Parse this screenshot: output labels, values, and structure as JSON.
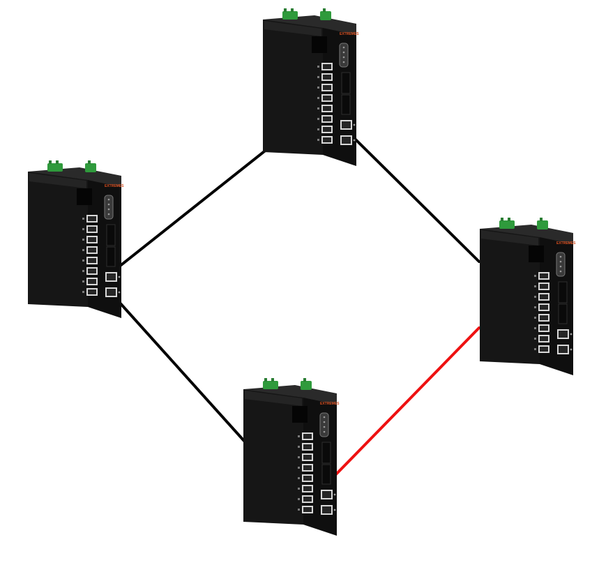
{
  "diagram": {
    "type": "ring-network-topology",
    "device_model": "industrial-ethernet-switch",
    "brand_mark": "EXTREMES",
    "colors": {
      "background": "#ffffff",
      "active_link": "#000000",
      "blocked_link": "#ee1111",
      "chassis": "#161616",
      "terminal_block": "#2f9a3c",
      "brand_mark": "#d44d1f"
    },
    "nodes": [
      {
        "id": "switch-left",
        "role": "ring-node"
      },
      {
        "id": "switch-top",
        "role": "ring-node"
      },
      {
        "id": "switch-right",
        "role": "ring-node"
      },
      {
        "id": "switch-bottom",
        "role": "ring-node"
      }
    ],
    "links": [
      {
        "id": "link-left-top",
        "from": "switch-left",
        "to": "switch-top",
        "state": "active"
      },
      {
        "id": "link-top-right",
        "from": "switch-top",
        "to": "switch-right",
        "state": "active"
      },
      {
        "id": "link-left-bottom",
        "from": "switch-left",
        "to": "switch-bottom",
        "state": "active"
      },
      {
        "id": "link-bottom-right",
        "from": "switch-bottom",
        "to": "switch-right",
        "state": "blocked"
      }
    ]
  }
}
